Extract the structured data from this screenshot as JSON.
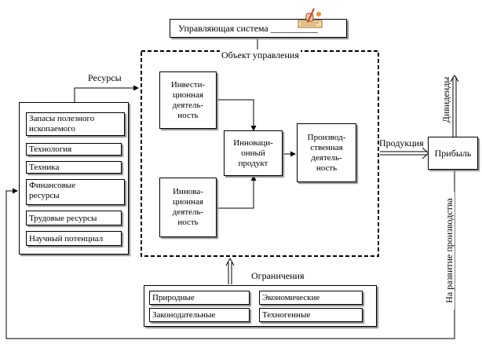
{
  "control_system": {
    "label": "Управляющая система __________",
    "icon": "writing-hand-icon"
  },
  "managed_object": {
    "label": "Объект управления",
    "investment_activity": "Инвести-\nционная\nдеятель-\nность",
    "innovation_activity": "Иннова-\nционная\nдеятель-\nность",
    "innovation_product": "Инноваци-\nонный\nпродукт",
    "production_activity": "Производ-\nственная\nдеятель-\nность"
  },
  "resources": {
    "label": "Ресурсы",
    "items": [
      "Запасы полезного\nископаемого",
      "Технология",
      "Техника",
      "Финансовые\nресурсы",
      "Трудовые ресурсы",
      "Научный потенциал"
    ]
  },
  "restrictions": {
    "label": "Ограничения",
    "items": [
      "Природные",
      "Экономические",
      "Законодательные",
      "Техногенные"
    ]
  },
  "output": {
    "products_label": "Продукция",
    "profit_label": "Прибыль",
    "dividends_label": "Дивиденды",
    "development_label": "На развитие производства"
  },
  "colors": {
    "line": "#000000",
    "shadow": "#8a8a8a",
    "background": "#ffffff"
  }
}
